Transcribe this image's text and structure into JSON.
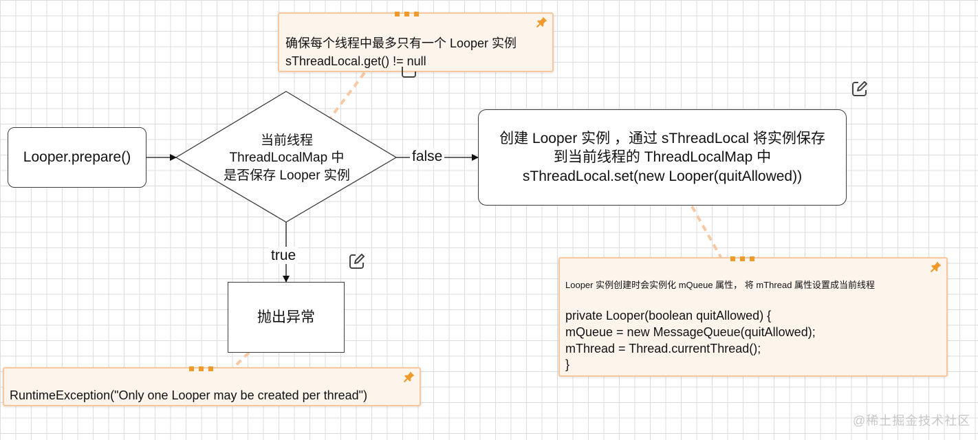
{
  "nodes": {
    "start": "Looper.prepare()",
    "decision": "当前线程\nThreadLocalMap 中\n是否保存 Looper 实例",
    "create": "创建 Looper 实例 ，通过 sThreadLocal 将实例保存\n到当前线程的  ThreadLocalMap 中\nsThreadLocal.set(new Looper(quitAllowed))",
    "throw": "抛出异常"
  },
  "edges": {
    "false_label": "false",
    "true_label": "true"
  },
  "notes": {
    "check": "确保每个线程中最多只有一个 Looper 实例\nsThreadLocal.get() != null",
    "runtime": "RuntimeException(\"Only one Looper may be created per thread\")",
    "looper_head": "Looper 实例创建时会实例化 mQueue  属性， 将 mThread 属性设置成当前线程",
    "looper_code": "private Looper(boolean quitAllowed) {\n        mQueue = new MessageQueue(quitAllowed);\n        mThread = Thread.currentThread();\n    }"
  },
  "watermark": "@稀土掘金技术社区",
  "colors": {
    "note_bg": "#fdf4ec",
    "note_border": "#f7c69a",
    "note_accent": "#f09a2c",
    "connector": "#f6c9a4",
    "stroke": "#3a3a3a"
  },
  "icons": [
    "pin-icon",
    "edit-icon"
  ]
}
